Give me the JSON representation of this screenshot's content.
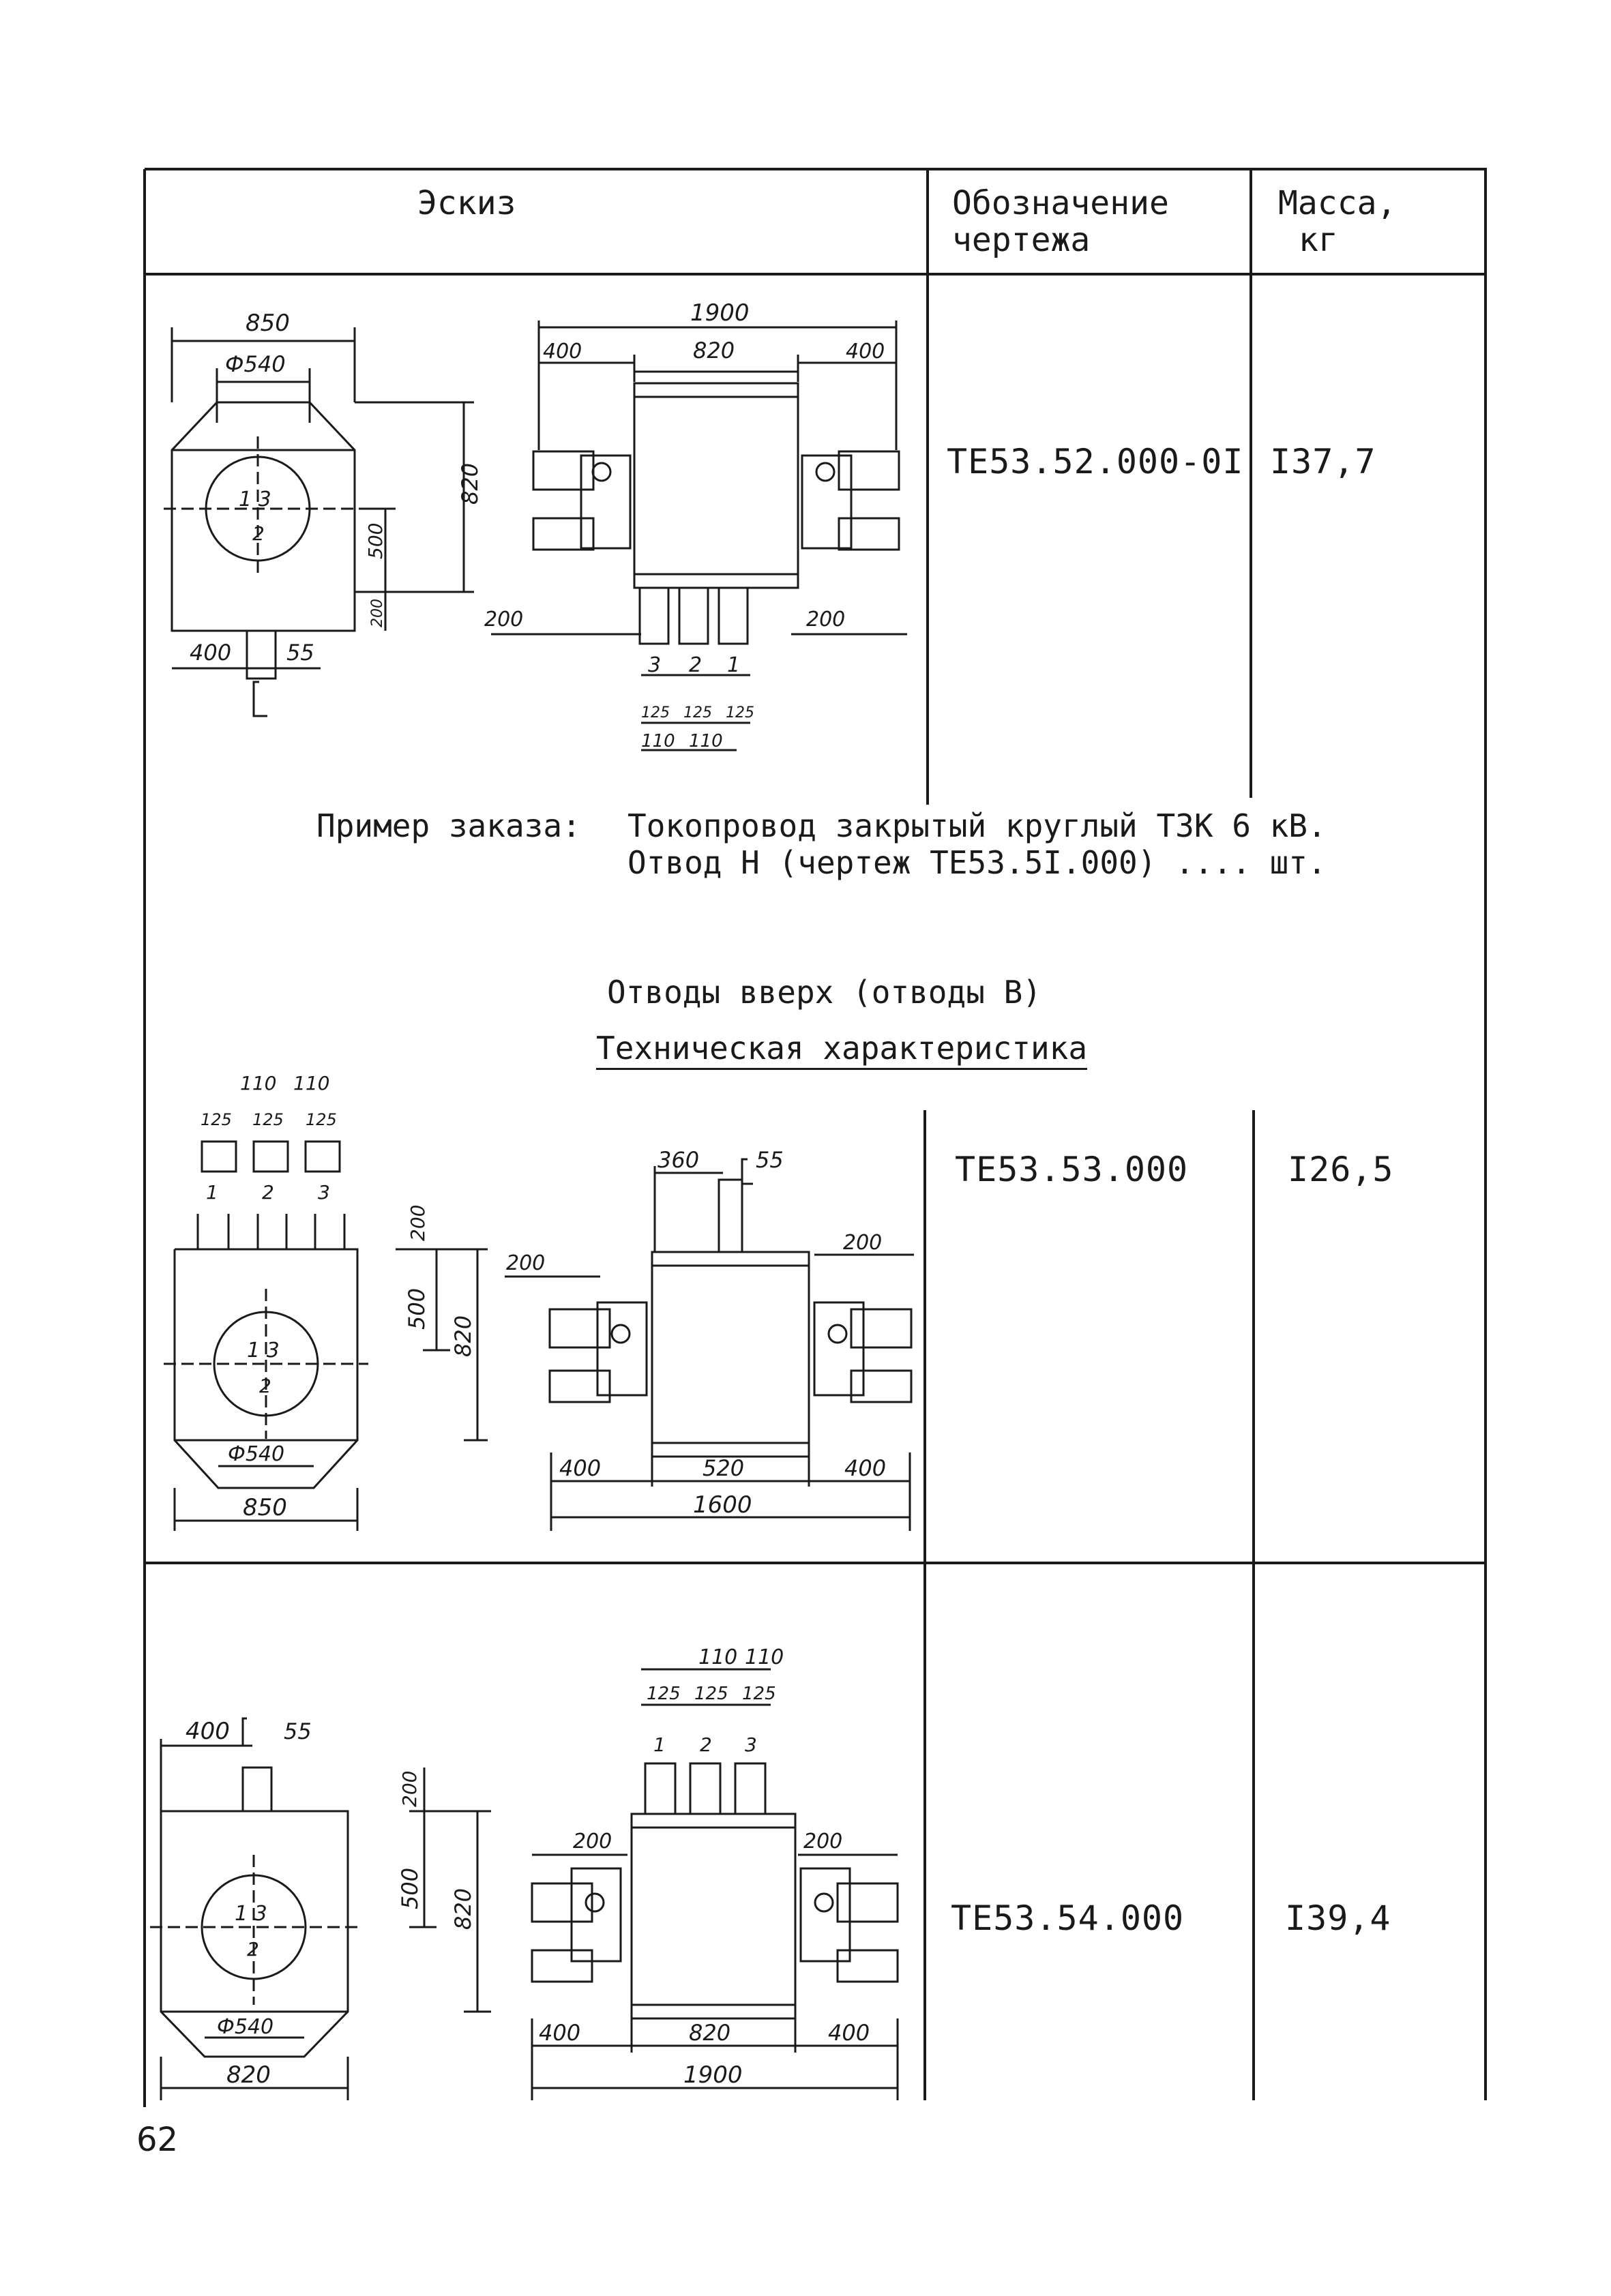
{
  "table": {
    "headers": {
      "sketch": "Эскиз",
      "designation_line1": "Обозначение",
      "designation_line2": "чертежа",
      "mass_line1": "Масса,",
      "mass_line2": "кг"
    },
    "rows": [
      {
        "designation": "ТЕ53.52.000-0I",
        "mass": "I37,7"
      },
      {
        "designation": "ТЕ53.53.000",
        "mass": "I26,5"
      },
      {
        "designation": "ТЕ53.54.000",
        "mass": "I39,4"
      }
    ]
  },
  "order_example": {
    "label": "Пример заказа:",
    "line1": "Токопровод закрытый круглый ТЗК 6 кВ.",
    "line2": "Отвод Н (чертеж ТЕ53.5I.000) .... шт."
  },
  "section": {
    "title": "Отводы вверх (отводы В)",
    "subtitle": "Техническая характеристика"
  },
  "page_number": "62",
  "sketches": {
    "s1": {
      "side": {
        "width": "850",
        "dia": "Ф540",
        "h_total": "820",
        "h_low": "500",
        "h_term": "200",
        "offset": "400",
        "term_w": "55",
        "phases": "1  3",
        "phase_mid": "2"
      },
      "front": {
        "total": "1900",
        "mid": "820",
        "left": "400",
        "right": "400",
        "pad_left": "200",
        "pad_right": "200",
        "ph3": "3",
        "ph2": "2",
        "ph1": "1",
        "w1": "125",
        "w2": "125",
        "w3": "125",
        "g1": "110",
        "g2": "110"
      }
    },
    "s2": {
      "side": {
        "width": "850",
        "dia": "Ф540",
        "h_total": "820",
        "h_low": "500",
        "h_term": "200",
        "w1": "125",
        "w2": "125",
        "w3": "125",
        "g1": "110",
        "g2": "110",
        "ph1": "1",
        "ph2": "2",
        "ph3": "3",
        "phases": "1  3",
        "phase_mid": "2"
      },
      "front": {
        "total": "1600",
        "mid": "520",
        "left": "400",
        "right": "400",
        "pad_left": "200",
        "pad_right": "200",
        "top_off": "360",
        "term_w": "55"
      }
    },
    "s3": {
      "side": {
        "width": "820",
        "dia": "Ф540",
        "h_total": "820",
        "h_low": "500",
        "h_term": "200",
        "offset": "400",
        "term_w": "55",
        "phases": "1  3",
        "phase_mid": "2"
      },
      "front": {
        "total": "1900",
        "mid": "820",
        "left": "400",
        "right": "400",
        "pad_left": "200",
        "pad_right": "200",
        "w1": "125",
        "w2": "125",
        "w3": "125",
        "g1": "110",
        "g2": "110",
        "ph1": "1",
        "ph2": "2",
        "ph3": "3"
      }
    }
  }
}
